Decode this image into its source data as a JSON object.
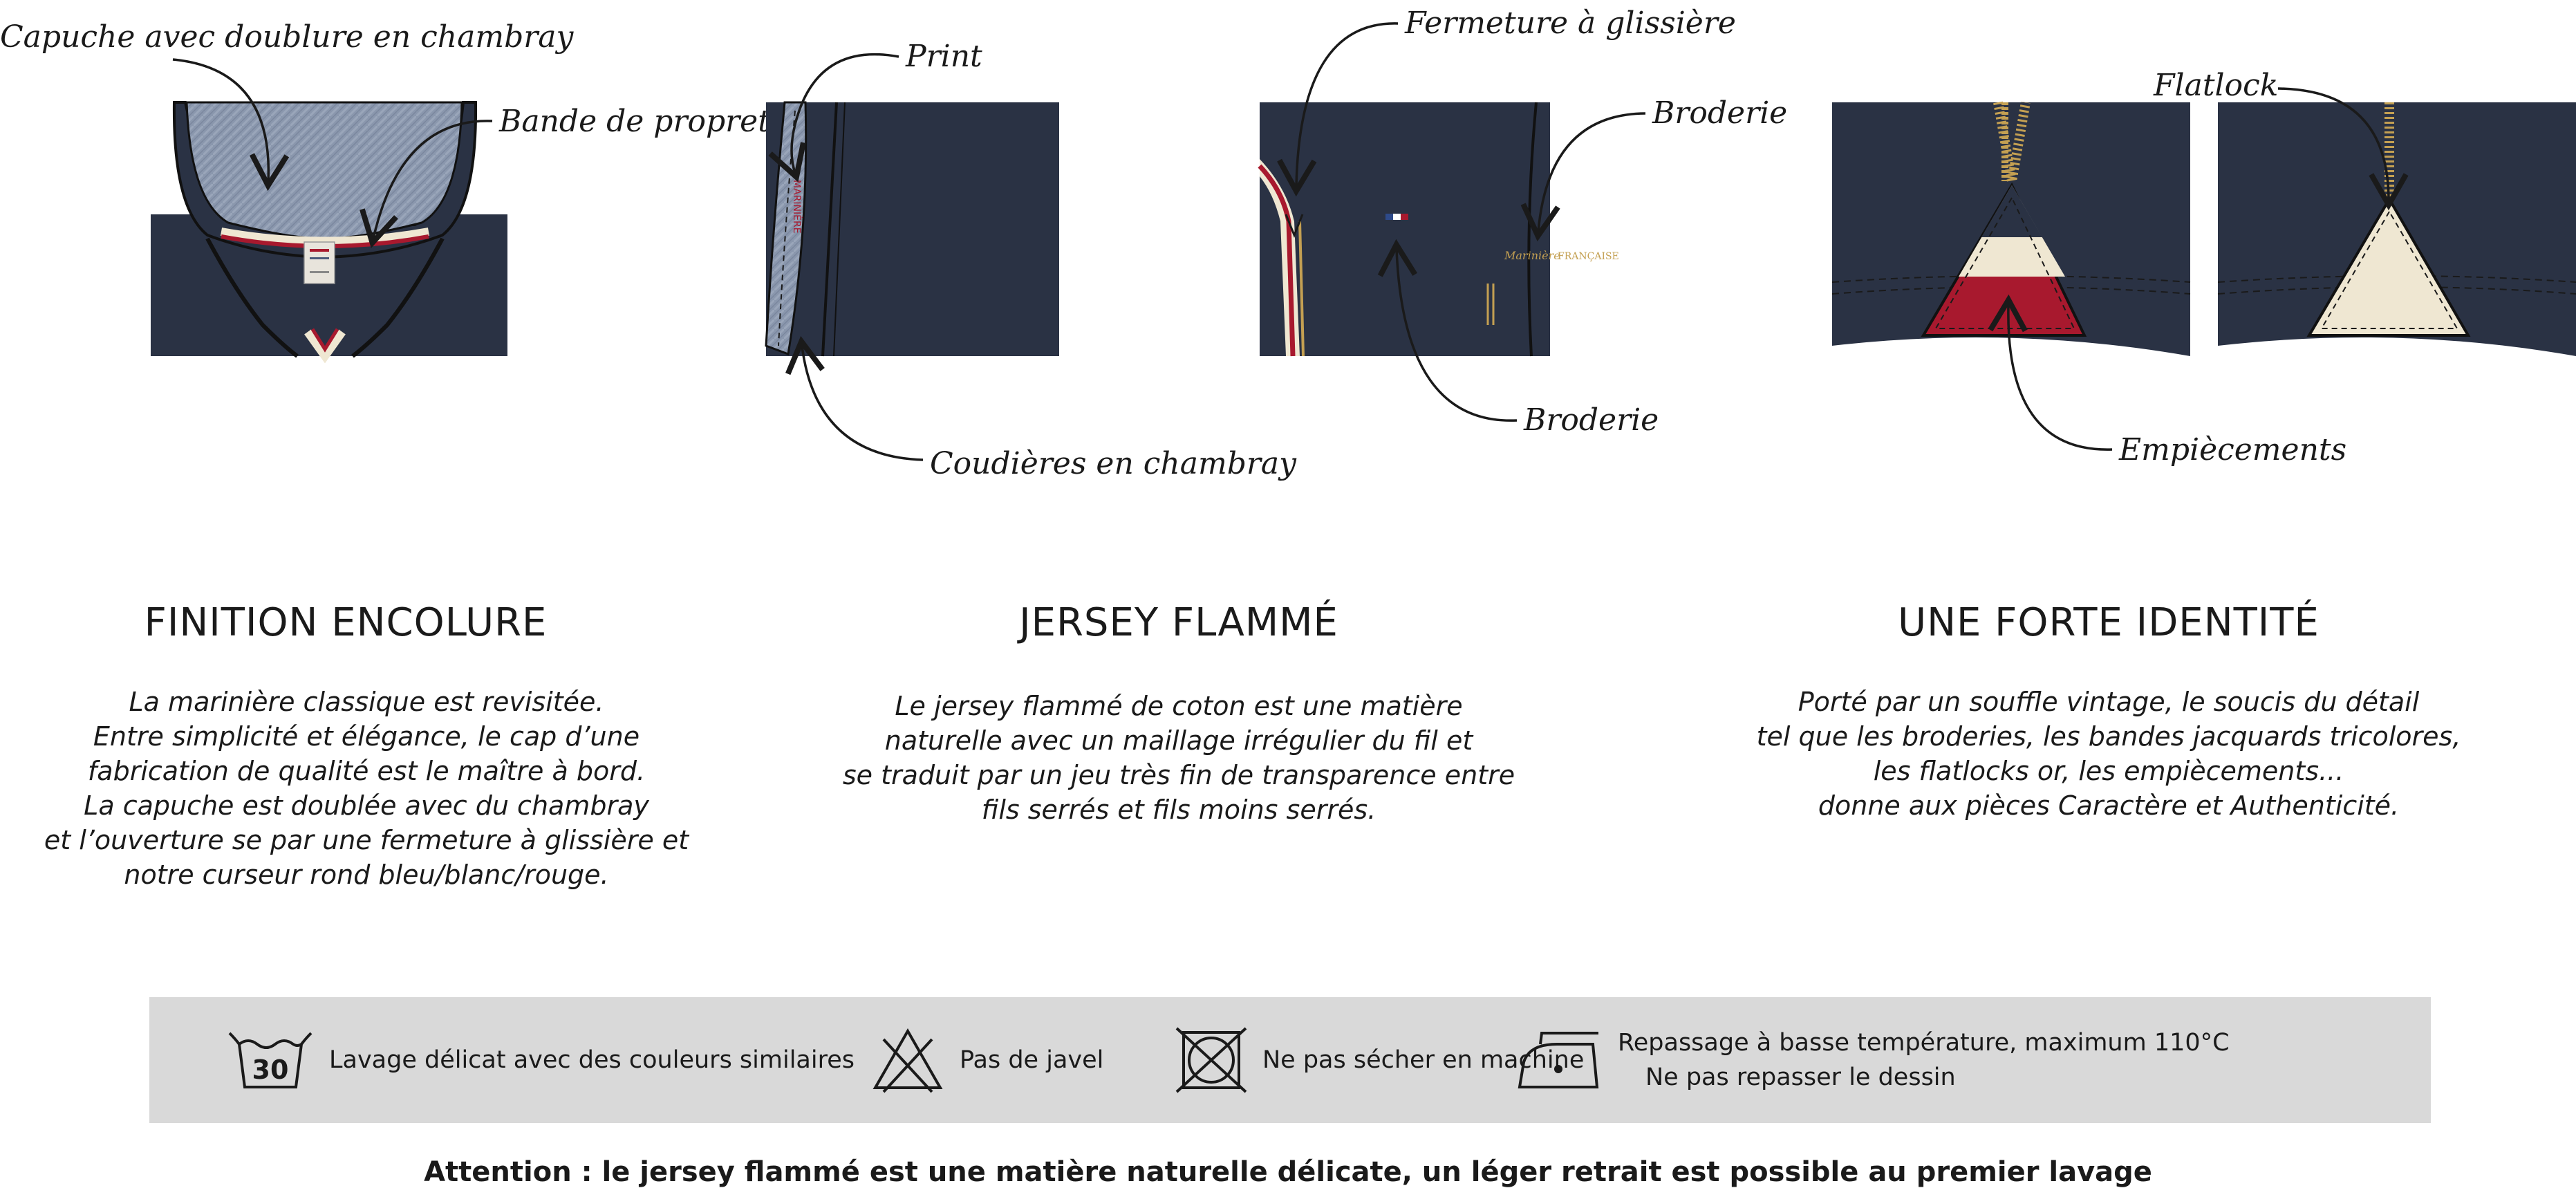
{
  "colors": {
    "navy": "#2a3244",
    "navy_dark": "#1c2232",
    "chambray": "#8a97ad",
    "red": "#a8192e",
    "cream": "#efe7d2",
    "gold": "#c4a052",
    "care_bar": "#d9d9d9",
    "ink": "#1a1a1a"
  },
  "callouts": {
    "hood_lining": "Capuche avec doublure en chambray",
    "cleanliness_band": "Bande de propreté",
    "print": "Print",
    "elbow_patches": "Coudières en chambray",
    "zipper": "Fermeture à glissière",
    "embroidery_right": "Broderie",
    "embroidery_bottom": "Broderie",
    "flatlock": "Flatlock",
    "inserts": "Empiècements"
  },
  "columns": [
    {
      "title": "FINITION ENCOLURE",
      "lines": [
        "La marinière classique est revisitée.",
        "Entre simplicité et élégance, le cap d’une",
        "fabrication de qualité est le maître à bord.",
        "La capuche est doublée avec du chambray",
        "et l’ouverture se par une fermeture à glissière et",
        "notre curseur rond bleu/blanc/rouge."
      ]
    },
    {
      "title": "JERSEY FLAMMÉ",
      "lines": [
        "Le jersey flammé de coton est une matière",
        "naturelle avec un maillage irrégulier du fil et",
        "se traduit par un jeu très fin de transparence entre",
        "fils serrés et fils moins serrés."
      ]
    },
    {
      "title": "UNE FORTE IDENTITÉ",
      "lines": [
        "Porté par un souffle vintage, le soucis du détail",
        "tel que les broderies, les bandes jacquards tricolores,",
        "les flatlocks or, les empiècements...",
        "donne aux pièces Caractère et Authenticité."
      ]
    }
  ],
  "care": {
    "wash_temp": "30",
    "wash_icon": "wash-30-icon",
    "wash_label": "Lavage délicat avec des couleurs similaires",
    "bleach_icon": "no-bleach-icon",
    "bleach_label": "Pas de javel",
    "dryer_icon": "no-tumble-dry-icon",
    "dryer_label": "Ne pas sécher en machine",
    "iron_icon": "iron-low-icon",
    "iron_label_1": "Repassage à basse température, maximum 110°C",
    "iron_label_2": "Ne pas repasser le dessin"
  },
  "warning": "Attention : le jersey flammé est une matière naturelle délicate, un léger retrait est possible au premier lavage"
}
